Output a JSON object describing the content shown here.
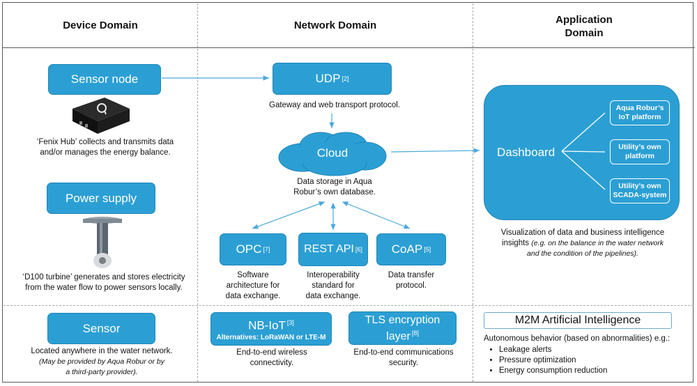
{
  "columns": {
    "device": "Device Domain",
    "network": "Network Domain",
    "application_line1": "Application",
    "application_line2": "Domain"
  },
  "device": {
    "sensor_node": {
      "label": "Sensor node",
      "desc1": "‘Fenix Hub’ collects and transmits data",
      "desc2": "and/or manages the energy balance."
    },
    "power_supply": {
      "label": "Power supply",
      "desc1": "‘D100 turbine’ generates and stores electricity",
      "desc2": "from the water flow to power sensors locally."
    },
    "sensor": {
      "label": "Sensor",
      "desc1": "Located anywhere in the water network.",
      "note1": "(May be provided by Aqua Robur or by",
      "note2": "a third-party provider)."
    }
  },
  "network": {
    "udp": {
      "label": "UDP",
      "ref": "[2]",
      "desc": "Gateway and web transport protocol."
    },
    "cloud": {
      "label": "Cloud",
      "desc1": "Data storage in Aqua",
      "desc2": "Robur’s own database."
    },
    "opc": {
      "label": "OPC",
      "ref": "[7]",
      "desc1": "Software",
      "desc2": "architecture for",
      "desc3": "data exchange."
    },
    "rest": {
      "label": "REST API",
      "ref": "[6]",
      "desc1": "Interoperability",
      "desc2": "standard for",
      "desc3": "data exchange."
    },
    "coap": {
      "label": "CoAP",
      "ref": "[5]",
      "desc1": "Data transfer",
      "desc2": "protocol."
    },
    "nbiot": {
      "label": "NB-IoT",
      "ref": "[3]",
      "alt": "Alternatives: LoRaWAN or LTE-M",
      "desc1": "End-to-end wireless",
      "desc2": "connectivity."
    },
    "tls": {
      "label1": "TLS  encryption",
      "label2": "layer",
      "ref": "[8]",
      "desc1": "End-to-end communications",
      "desc2": "security."
    }
  },
  "application": {
    "dashboard": {
      "label": "Dashboard",
      "platforms": [
        {
          "line1": "Aqua Robur’s",
          "line2": "IoT platform"
        },
        {
          "line1": "Utility’s own",
          "line2": "platform"
        },
        {
          "line1": "Utility’s own",
          "line2": "SCADA-system"
        }
      ],
      "desc1": "Visualization of data and business intelligence",
      "desc2": "insights",
      "desc2_italic": "(e.g. on the balance in the water network",
      "desc3_italic": "and the condition of the pipelines).",
      "desc3_end": "."
    },
    "m2m": {
      "title": "M2M Artificial Intelligence",
      "intro": "Autonomous behavior (based on abnormalities) e.g.:",
      "items": [
        "Leakage alerts",
        "Pressure optimization",
        "Energy consumption reduction"
      ]
    }
  },
  "colors": {
    "box": "#2b9fd4",
    "arrow": "#4aa8dc",
    "border": "#5a5a5a"
  }
}
